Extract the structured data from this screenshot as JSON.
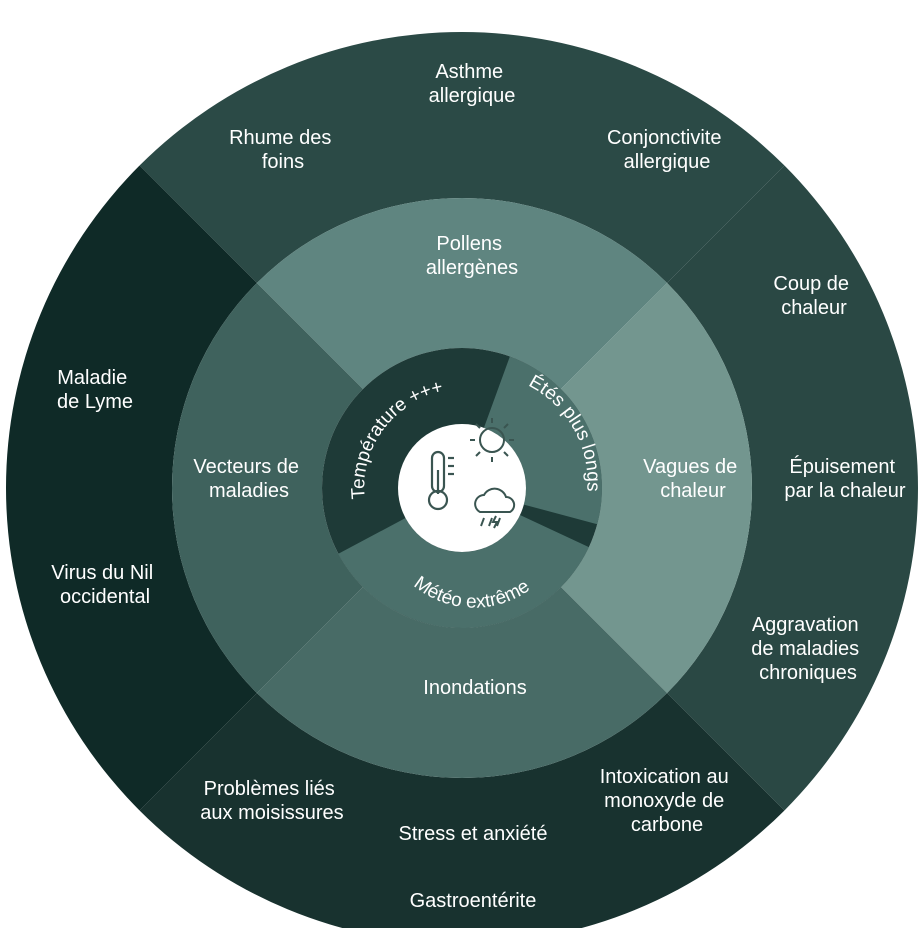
{
  "colors": {
    "outer_top": "#2b4a46",
    "outer_left": "#0f2a27",
    "outer_right": "#2a4844",
    "outer_bottom": "#18322f",
    "mid_top": "#5f8580",
    "mid_left": "#3f625d",
    "mid_right": "#73968f",
    "mid_bottom": "#486b66",
    "inner_dark": "#1e3a37",
    "inner_light": "#4b706b",
    "center": "#ffffff",
    "icon": "#3a5551"
  },
  "center_icons": [
    "thermometer-icon",
    "sun-icon",
    "storm-cloud-icon"
  ],
  "inner_ring": {
    "temperature": "Température +++",
    "summers": "Étés plus longs",
    "weather": "Météo extrême"
  },
  "middle_ring": {
    "pollen": [
      "Pollens",
      "allergènes"
    ],
    "heatwaves": [
      "Vagues de",
      "chaleur"
    ],
    "floods": [
      "Inondations"
    ],
    "vectors": [
      "Vecteurs de",
      "maladies"
    ]
  },
  "outer_ring": {
    "asthma": [
      "Asthme",
      "allergique"
    ],
    "hay_fever": [
      "Rhume des",
      "foins"
    ],
    "conjunctivitis": [
      "Conjonctivite",
      "allergique"
    ],
    "heatstroke": [
      "Coup de",
      "chaleur"
    ],
    "heat_exhaustion": [
      "Épuisement",
      "par la chaleur"
    ],
    "chronic": [
      "Aggravation",
      "de maladies",
      "chroniques"
    ],
    "co_poisoning": [
      "Intoxication au",
      "monoxyde de",
      "carbone"
    ],
    "stress": [
      "Stress et anxiété"
    ],
    "gastro": [
      "Gastroentérite"
    ],
    "mold": [
      "Problèmes liés",
      "aux moisissures"
    ],
    "lyme": [
      "Maladie",
      "de Lyme"
    ],
    "west_nile": [
      "Virus du Nil",
      "occidental"
    ]
  }
}
